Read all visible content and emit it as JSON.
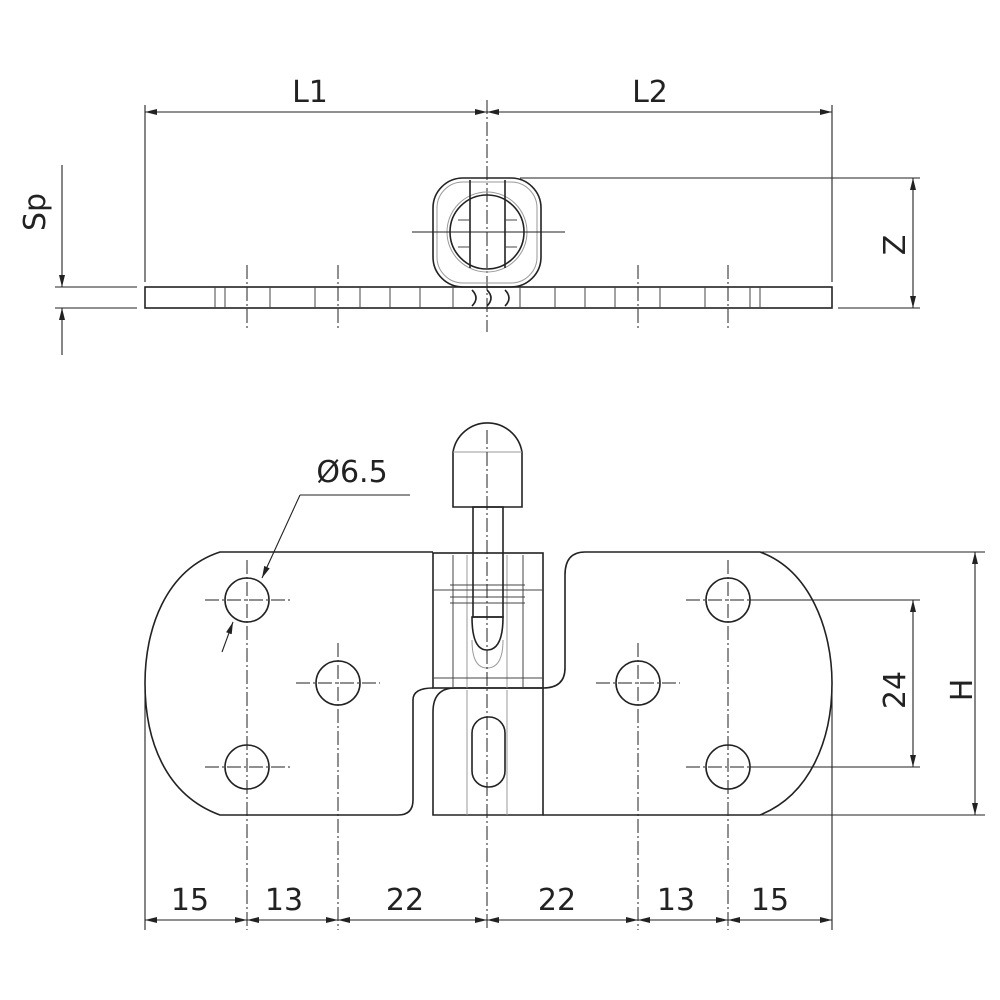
{
  "labels": {
    "L1": "L1",
    "L2": "L2",
    "Sp": "Sp",
    "Z": "Z",
    "hole_diameter": "Ø6.5",
    "hole_spacing": "24",
    "H": "H",
    "bottom_dims": [
      "15",
      "13",
      "22",
      "22",
      "13",
      "15"
    ]
  }
}
